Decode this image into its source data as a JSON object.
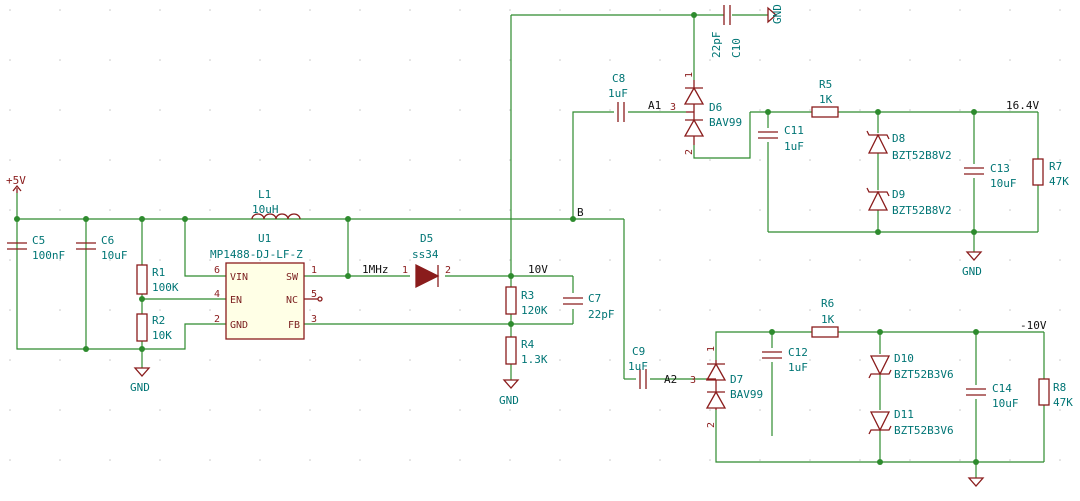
{
  "schematic": {
    "power": {
      "vin": "+5V",
      "gnd": "GND"
    },
    "nets": {
      "out10v": "10V",
      "out164": "16.4V",
      "outneg10": "-10V",
      "b": "B",
      "a1": "A1",
      "a2": "A2",
      "freq": "1MHz"
    },
    "u1": {
      "ref": "U1",
      "value": "MP1488-DJ-LF-Z",
      "pins": {
        "vin": "VIN",
        "en": "EN",
        "gnd": "GND",
        "sw": "SW",
        "nc": "NC",
        "fb": "FB"
      },
      "pin_numbers": {
        "vin": "6",
        "en": "4",
        "gnd": "2",
        "sw": "1",
        "nc": "5",
        "fb": "3"
      }
    },
    "l1": {
      "ref": "L1",
      "value": "10uH"
    },
    "d5": {
      "ref": "D5",
      "value": "ss34",
      "pin1": "1",
      "pin2": "2"
    },
    "c5": {
      "ref": "C5",
      "value": "100nF"
    },
    "c6": {
      "ref": "C6",
      "value": "10uF"
    },
    "c7": {
      "ref": "C7",
      "value": "22pF"
    },
    "c8": {
      "ref": "C8",
      "value": "1uF"
    },
    "c9": {
      "ref": "C9",
      "value": "1uF"
    },
    "c10": {
      "ref": "C10",
      "value": "22pF"
    },
    "c11": {
      "ref": "C11",
      "value": "1uF"
    },
    "c12": {
      "ref": "C12",
      "value": "1uF"
    },
    "c13": {
      "ref": "C13",
      "value": "10uF"
    },
    "c14": {
      "ref": "C14",
      "value": "10uF"
    },
    "r1": {
      "ref": "R1",
      "value": "100K"
    },
    "r2": {
      "ref": "R2",
      "value": "10K"
    },
    "r3": {
      "ref": "R3",
      "value": "120K"
    },
    "r4": {
      "ref": "R4",
      "value": "1.3K"
    },
    "r5": {
      "ref": "R5",
      "value": "1K"
    },
    "r6": {
      "ref": "R6",
      "value": "1K"
    },
    "r7": {
      "ref": "R7",
      "value": "47K"
    },
    "r8": {
      "ref": "R8",
      "value": "47K"
    },
    "d6": {
      "ref": "D6",
      "value": "BAV99",
      "pin1": "1",
      "pin2": "2",
      "pin3": "3"
    },
    "d7": {
      "ref": "D7",
      "value": "BAV99",
      "pin1": "1",
      "pin2": "2",
      "pin3": "3"
    },
    "d8": {
      "ref": "D8",
      "value": "BZT52B8V2"
    },
    "d9": {
      "ref": "D9",
      "value": "BZT52B8V2"
    },
    "d10": {
      "ref": "D10",
      "value": "BZT52B3V6"
    },
    "d11": {
      "ref": "D11",
      "value": "BZT52B3V6"
    },
    "colors": {
      "wire": "#2e8b2e",
      "part": "#8a1c1c",
      "label": "#007575",
      "background": "#ffffff"
    }
  }
}
